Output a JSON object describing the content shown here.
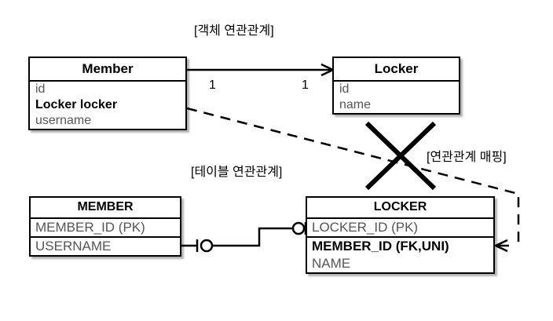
{
  "diagram": {
    "captions": [
      {
        "id": "object-relation",
        "text": "[객체 연관관계]"
      },
      {
        "id": "table-relation",
        "text": "[테이블 연관관계]"
      },
      {
        "id": "relation-mapping",
        "text": "[연관관계 매핑]"
      }
    ],
    "cardinality": {
      "source_label": "1",
      "target_label": "1"
    },
    "object_model": {
      "member": {
        "title": "Member",
        "fields": [
          {
            "text": "id",
            "bold": false
          },
          {
            "text": "Locker locker",
            "bold": true
          },
          {
            "text": "username",
            "bold": false
          }
        ]
      },
      "locker": {
        "title": "Locker",
        "fields": [
          {
            "text": "id",
            "bold": false
          },
          {
            "text": "name",
            "bold": false
          }
        ]
      }
    },
    "table_model": {
      "member_table": {
        "title": "MEMBER",
        "columns": [
          {
            "text": "MEMBER_ID (PK)",
            "bold": false
          },
          {
            "text": "USERNAME",
            "bold": false
          }
        ]
      },
      "locker_table": {
        "title": "LOCKER",
        "columns": [
          {
            "text": "LOCKER_ID (PK)",
            "bold": false
          },
          {
            "text": "MEMBER_ID (FK,UNI)",
            "bold": true
          },
          {
            "text": "NAME",
            "bold": false
          }
        ]
      }
    },
    "colors": {
      "stroke": "#000000",
      "background": "#ffffff",
      "field_text": "#555555",
      "title_text": "#000000"
    }
  }
}
